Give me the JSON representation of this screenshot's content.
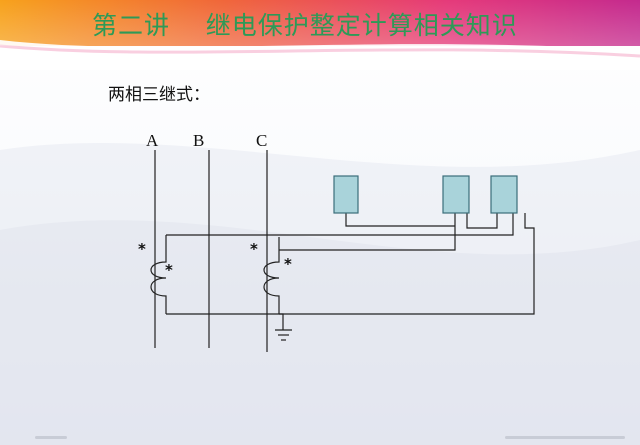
{
  "slide": {
    "title": "第二讲    继电保护整定计算相关知识",
    "subtitle": "两相三继式："
  },
  "diagram": {
    "phases": [
      "A",
      "B",
      "C"
    ],
    "ct_polarity_mark": "*"
  },
  "colors": {
    "title": "#2d9a57",
    "relay_fill": "#a9d3da",
    "relay_stroke": "#3b6e7a",
    "wire": "#222222"
  }
}
